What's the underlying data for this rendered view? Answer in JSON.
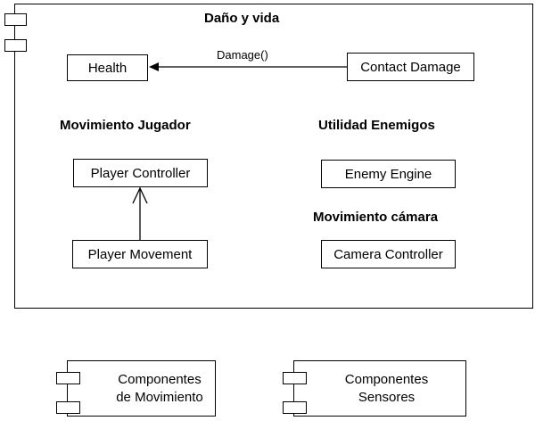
{
  "main_component": {
    "title": "Daño y vida",
    "damage_section": {
      "health_label": "Health",
      "contact_damage_label": "Contact Damage",
      "edge_label": "Damage()"
    },
    "player_section": {
      "heading": "Movimiento Jugador",
      "player_controller_label": "Player Controller",
      "player_movement_label": "Player Movement"
    },
    "enemy_section": {
      "heading": "Utilidad Enemigos",
      "enemy_engine_label": "Enemy Engine"
    },
    "camera_section": {
      "heading": "Movimiento cámara",
      "camera_controller_label": "Camera Controller"
    }
  },
  "bottom_components": [
    {
      "line1": "Componentes",
      "line2": "de Movimiento"
    },
    {
      "line1": "Componentes",
      "line2": "Sensores"
    }
  ]
}
